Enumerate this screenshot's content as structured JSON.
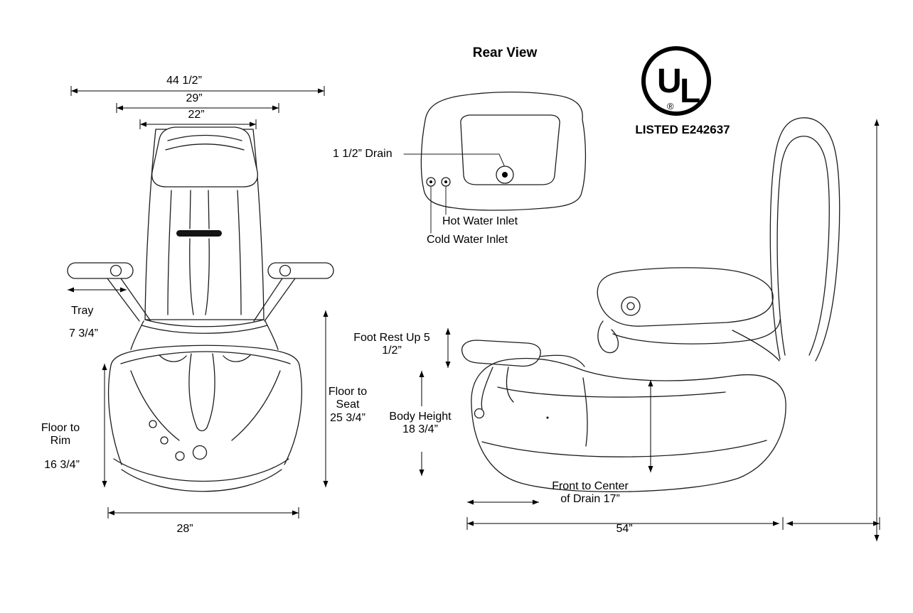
{
  "diagram": {
    "rear_view_title": "Rear View",
    "rear": {
      "drain_label": "1 1/2” Drain",
      "hot_water_label": "Hot Water Inlet",
      "cold_water_label": "Cold Water Inlet"
    },
    "front": {
      "overall_width": "44 1/2”",
      "back_width": "29”",
      "seat_width": "22”",
      "tray_label": "Tray",
      "tray_depth": "7 3/4”",
      "floor_to_rim_label": "Floor to\nRim",
      "floor_to_rim_value": "16 3/4”",
      "base_width": "28”"
    },
    "side": {
      "foot_rest_up": "Foot Rest Up 5\n1/2”",
      "floor_to_seat": "Floor to\nSeat\n25 3/4”",
      "body_height": "Body Height\n18 3/4”",
      "front_to_drain": "Front to Center\nof Drain 17”",
      "overall_length": "54”"
    },
    "certification": {
      "mark_u": "U",
      "mark_l": "L",
      "registered": "®",
      "listed": "LISTED E242637"
    }
  }
}
